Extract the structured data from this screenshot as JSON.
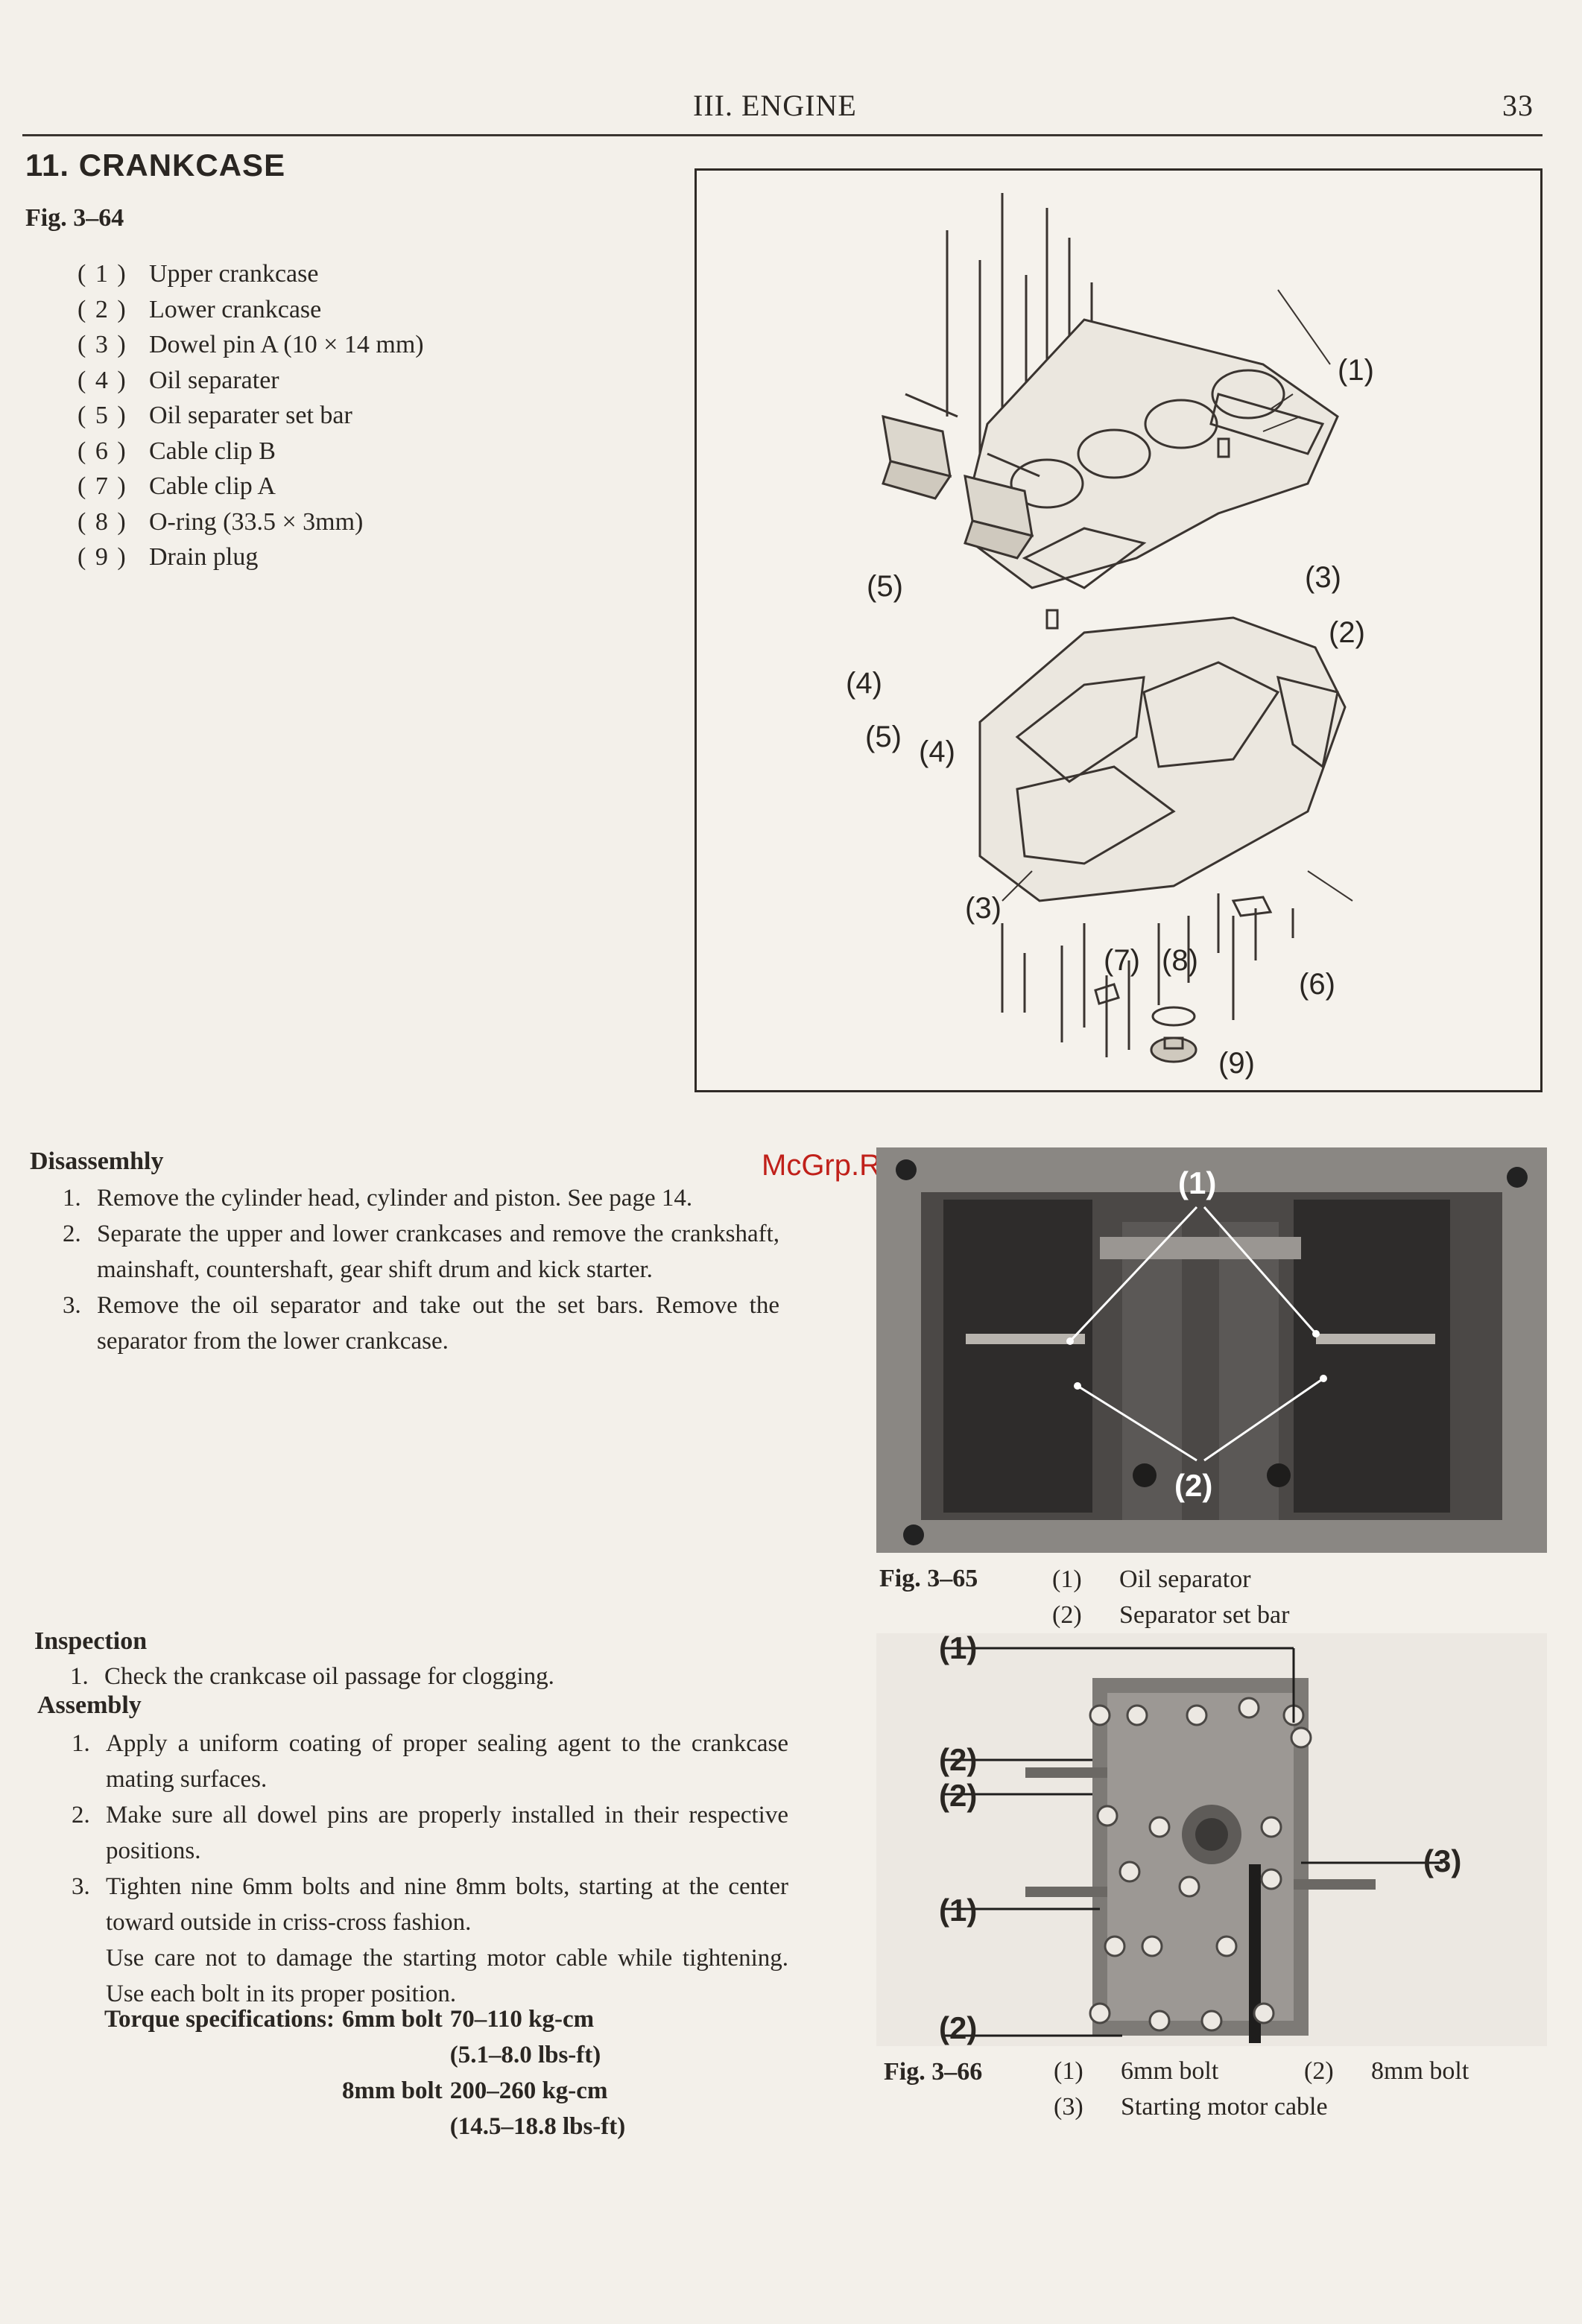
{
  "header": {
    "chapter": "III. ENGINE",
    "page_number": "33"
  },
  "section": {
    "title": "11.  CRANKCASE"
  },
  "fig_main": {
    "label": "Fig. 3–64",
    "parts": [
      {
        "num": "( 1 )",
        "name": "Upper crankcase"
      },
      {
        "num": "( 2 )",
        "name": "Lower crankcase"
      },
      {
        "num": "( 3 )",
        "name": "Dowel pin A (10  × 14 mm)"
      },
      {
        "num": "( 4 )",
        "name": "Oil separater"
      },
      {
        "num": "( 5 )",
        "name": "Oil separater set bar"
      },
      {
        "num": "( 6 )",
        "name": "Cable clip B"
      },
      {
        "num": "( 7 )",
        "name": "Cable clip A"
      },
      {
        "num": "( 8 )",
        "name": "O-ring (33.5 × 3mm)"
      },
      {
        "num": "( 9 )",
        "name": "Drain plug"
      }
    ],
    "callouts": {
      "c1": "(1)",
      "c2": "(2)",
      "c3a": "(3)",
      "c3b": "(3)",
      "c4a": "(4)",
      "c4b": "(4)",
      "c5a": "(5)",
      "c5b": "(5)",
      "c6": "(6)",
      "c7": "(7)",
      "c8": "(8)",
      "c9": "(9)"
    }
  },
  "watermark": "McGrp.Ru",
  "disassembly": {
    "title": "Disassemhly",
    "steps": [
      {
        "num": "1.",
        "text": "Remove the cylinder head, cylinder and piston.  See page 14."
      },
      {
        "num": "2.",
        "text": "Separate the upper and lower crankcases and remove the crankshaft, mainshaft, countershaft, gear shift drum and kick starter."
      },
      {
        "num": "3.",
        "text": "Remove the oil separator and take out the set bars. Remove the separator from the lower crankcase."
      }
    ]
  },
  "inspection": {
    "title": "Inspection",
    "steps": [
      {
        "num": "1.",
        "text": "Check the crankcase oil passage for clogging."
      }
    ]
  },
  "assembly": {
    "title": "Assembly",
    "steps": [
      {
        "num": "1.",
        "text": "Apply a uniform coating of proper sealing agent to the crankcase mating surfaces."
      },
      {
        "num": "2.",
        "text": "Make sure all dowel pins are properly installed in their respective positions."
      },
      {
        "num": "3.",
        "text": "Tighten nine 6mm bolts and nine 8mm bolts, starting at the center toward outside in criss-cross fashion."
      }
    ],
    "note": "Use care not to damage the starting motor cable while tightening.  Use each bolt in its proper position.",
    "torque": {
      "label": "Torque specifications:",
      "rows": [
        {
          "bolt": "6mm bolt",
          "kgcm": "70–110 kg-cm",
          "lbsft": "(5.1–8.0 lbs-ft)"
        },
        {
          "bolt": "8mm bolt",
          "kgcm": "200–260 kg-cm",
          "lbsft": "(14.5–18.8 lbs-ft)"
        }
      ]
    }
  },
  "fig65": {
    "label": "Fig. 3–65",
    "items": [
      {
        "num": "(1)",
        "name": "Oil separator"
      },
      {
        "num": "(2)",
        "name": "Separator set bar"
      }
    ],
    "callouts": {
      "c1": "(1)",
      "c2": "(2)"
    }
  },
  "fig66": {
    "label": "Fig. 3–66",
    "items": [
      {
        "num": "(1)",
        "name": "6mm bolt"
      },
      {
        "num": "(2)",
        "name": "8mm bolt"
      },
      {
        "num": "(3)",
        "name": "Starting motor cable"
      }
    ],
    "callouts": {
      "c1a": "(1)",
      "c2a": "(2)",
      "c2b": "(2)",
      "c1b": "(1)",
      "c3": "(3)",
      "c2c": "(2)"
    }
  }
}
